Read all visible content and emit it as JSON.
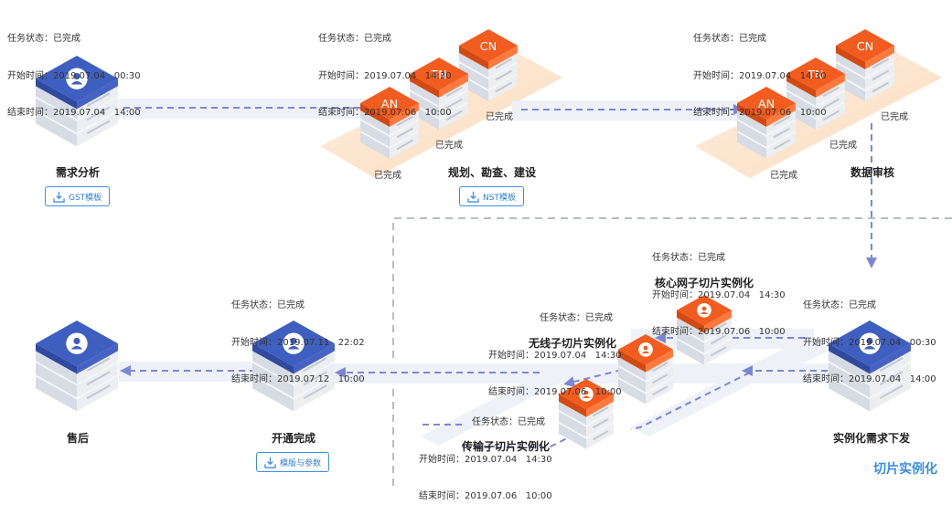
{
  "info_labels": {
    "status": "任务状态：",
    "start": "开始时间：",
    "end": "结束时间："
  },
  "nodes": {
    "demand": {
      "name": "需求分析",
      "status": "已完成",
      "start": "2019.07.04   00:30",
      "end": "2019.07.04   14:00",
      "button": "GST模板"
    },
    "plan": {
      "name": "规划、勘查、建设",
      "status": "已完成",
      "start": "2019.07.04   14:30",
      "end": "2019.07.06   10:00",
      "button": "NST模板"
    },
    "audit": {
      "name": "数据审核",
      "status": "已完成",
      "start": "2019.07.04   14:30",
      "end": "2019.07.06   10:00"
    },
    "issue": {
      "name": "实例化需求下发",
      "status": "已完成",
      "start": "2019.07.04   00:30",
      "end": "2019.07.04   14:00"
    },
    "core": {
      "name": "核心网子切片实例化",
      "status": "已完成",
      "start": "2019.07.04   14:30",
      "end": "2019.07.06   10:00"
    },
    "wireless": {
      "name": "无线子切片实例化",
      "status": "已完成",
      "start": "2019.07.04   14:30",
      "end": "2019.07.06   10:00"
    },
    "transport": {
      "name": "传输子切片实例化",
      "status": "已完成",
      "start": "2019.07.04   14:30",
      "end": "2019.07.06   10:00"
    },
    "open": {
      "name": "开通完成",
      "status": "已完成",
      "start": "2019.07.11   22:02",
      "end": "2019.07.12   10:00",
      "button": "模版与参数"
    },
    "after": {
      "name": "售后"
    }
  },
  "server_tags": {
    "an": "AN",
    "tn": "TN",
    "cn": "CN"
  },
  "done_label": "已完成",
  "area_title": "切片实例化",
  "colors": {
    "blue": "#3d5bb8",
    "orange": "#f25c1f",
    "dash": "#8a93d8",
    "accent": "#3a8ee6"
  }
}
